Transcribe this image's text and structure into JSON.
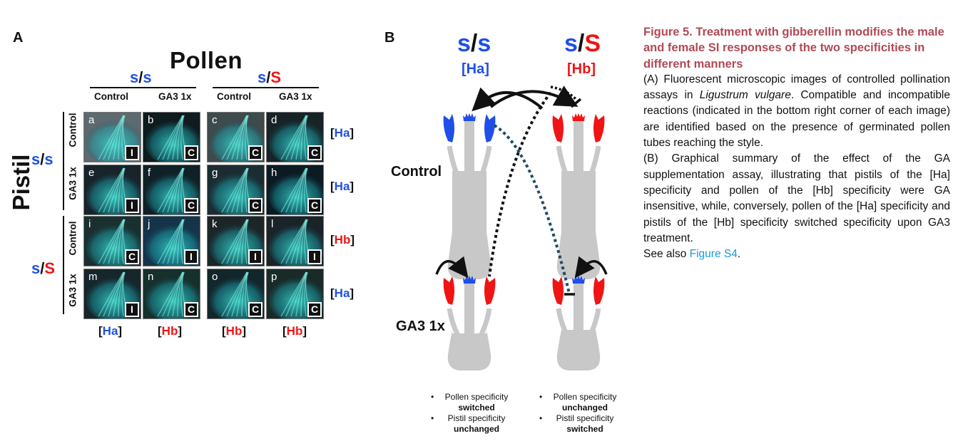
{
  "panel_a": {
    "letter": "A",
    "pollen_title": "Pollen",
    "pistil_title": "Pistil",
    "pollen_genotypes": [
      {
        "left": "s",
        "sep": "/",
        "right": "s",
        "left_color": "blue",
        "right_color": "blue"
      },
      {
        "left": "s",
        "sep": "/",
        "right": "S",
        "left_color": "blue",
        "right_color": "red"
      }
    ],
    "pistil_genotypes": [
      {
        "left": "s",
        "sep": "/",
        "right": "s",
        "left_color": "blue",
        "right_color": "blue"
      },
      {
        "left": "s",
        "sep": "/",
        "right": "S",
        "left_color": "blue",
        "right_color": "red"
      }
    ],
    "column_headers": [
      "Control",
      "GA3 1x",
      "Control",
      "GA3 1x"
    ],
    "row_labels": [
      "Control",
      "GA3 1x",
      "Control",
      "GA3 1x"
    ],
    "images": [
      {
        "label": "a",
        "reaction": "I"
      },
      {
        "label": "b",
        "reaction": "C"
      },
      {
        "label": "c",
        "reaction": "C"
      },
      {
        "label": "d",
        "reaction": "C"
      },
      {
        "label": "e",
        "reaction": "I"
      },
      {
        "label": "f",
        "reaction": "C"
      },
      {
        "label": "g",
        "reaction": "C"
      },
      {
        "label": "h",
        "reaction": "C"
      },
      {
        "label": "i",
        "reaction": "C"
      },
      {
        "label": "j",
        "reaction": "I"
      },
      {
        "label": "k",
        "reaction": "I"
      },
      {
        "label": "l",
        "reaction": "I"
      },
      {
        "label": "m",
        "reaction": "I"
      },
      {
        "label": "n",
        "reaction": "C"
      },
      {
        "label": "o",
        "reaction": "C"
      },
      {
        "label": "p",
        "reaction": "C"
      }
    ],
    "row_specificities": [
      {
        "open": "[",
        "name": "Ha",
        "close": "]",
        "color": "blue"
      },
      {
        "open": "[",
        "name": "Ha",
        "close": "]",
        "color": "blue"
      },
      {
        "open": "[",
        "name": "Hb",
        "close": "]",
        "color": "red"
      },
      {
        "open": "[",
        "name": "Ha",
        "close": "]",
        "color": "blue"
      }
    ],
    "column_specificities": [
      {
        "open": "[",
        "name": "Ha",
        "close": "]",
        "color": "blue"
      },
      {
        "open": "[",
        "name": "Hb",
        "close": "]",
        "color": "red"
      },
      {
        "open": "[",
        "name": "Hb",
        "close": "]",
        "color": "red"
      },
      {
        "open": "[",
        "name": "Hb",
        "close": "]",
        "color": "red"
      }
    ]
  },
  "panel_b": {
    "letter": "B",
    "genotypes": [
      {
        "left": "s",
        "sep": "/",
        "right": "s",
        "specificity": "[Ha]",
        "spec_color": "blue"
      },
      {
        "left": "s",
        "sep": "/",
        "right": "S",
        "specificity": "[Hb]",
        "spec_color": "red"
      }
    ],
    "conditions": [
      "Control",
      "GA3 1x"
    ],
    "summaries": [
      {
        "line1": "Pollen specificity",
        "line1b": "switched",
        "line2": "Pistil specificity",
        "line2b": "unchanged"
      },
      {
        "line1": "Pollen specificity",
        "line1b": "unchanged",
        "line2": "Pistil specificity",
        "line2b": "switched"
      }
    ],
    "bullet": "•"
  },
  "colors": {
    "blue": "#1f4fe8",
    "red": "#f01414",
    "caption_title": "#b04a55",
    "link": "#1a9ad6",
    "flower_gray": "#c8c8c8",
    "teal_dotted": "#1d4d5e"
  },
  "caption": {
    "title": "Figure 5.  Treatment with gibberellin modifies the male and female SI responses of the two specificities in different manners",
    "para_a_1": "(A) Fluorescent microscopic images of controlled pollination assays in ",
    "para_a_species": "Ligustrum vulgare",
    "para_a_2": ". Compatible and incompatible reactions (indicated in the bottom right corner of each image) are identified based on the presence of germinated pollen tubes reaching the style.",
    "para_b": "(B) Graphical summary of the effect of the GA supplementation assay, illustrating that pistils of the [Ha] specificity and pollen of the [Hb] specificity were GA insensitive, while, conversely, pollen of the [Ha] specificity and pistils of the [Hb] specificity switched specificity upon GA3 treatment.",
    "see_also": "See also ",
    "see_also_link": "Figure S4",
    "see_also_end": "."
  }
}
